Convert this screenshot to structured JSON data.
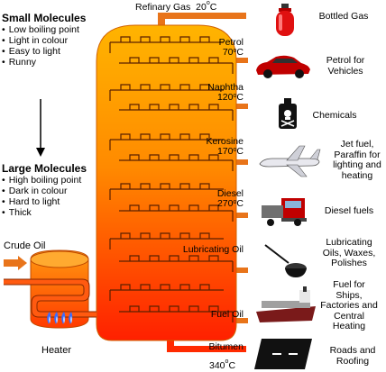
{
  "small_molecules": {
    "title": "Small Molecules",
    "properties": [
      "Low boiling point",
      "Light in colour",
      "Easy to light",
      "Runny"
    ]
  },
  "large_molecules": {
    "title": "Large Molecules",
    "properties": [
      "High boiling point",
      "Dark in colour",
      "Hard to light",
      "Thick"
    ]
  },
  "crude_oil_label": "Crude Oil",
  "heater_label": "Heater",
  "fractions": [
    {
      "name": "Refinary Gas",
      "temp": "20",
      "unit": "C",
      "use": "Bottled Gas",
      "icon": "gas-cylinder-icon"
    },
    {
      "name": "Petrol",
      "temp": "70",
      "unit": "C",
      "use": "Petrol for Vehicles",
      "icon": "car-icon"
    },
    {
      "name": "Naphtha",
      "temp": "120",
      "unit": "C",
      "use": "Chemicals",
      "icon": "chemical-bottle-icon"
    },
    {
      "name": "Kerosine",
      "temp": "170",
      "unit": "C",
      "use": "Jet fuel, Paraffin for lighting and heating",
      "icon": "airplane-icon"
    },
    {
      "name": "Diesel",
      "temp": "270",
      "unit": "C",
      "use": "Diesel fuels",
      "icon": "truck-icon"
    },
    {
      "name": "Lubricating Oil",
      "temp": "",
      "unit": "",
      "use": "Lubricating Oils, Waxes, Polishes",
      "icon": "oil-can-icon"
    },
    {
      "name": "Fuel Oil",
      "temp": "",
      "unit": "",
      "use": "Fuel for Ships, Factories and Central Heating",
      "icon": "ship-icon"
    },
    {
      "name": "Bitumen",
      "temp": "340",
      "unit": "C",
      "use": "Roads and Roofing",
      "icon": "road-icon"
    }
  ],
  "colors": {
    "column_top": "#ffb000",
    "column_bottom": "#ff2a00",
    "pipe": "#e06010",
    "arrow": "#e07020"
  }
}
